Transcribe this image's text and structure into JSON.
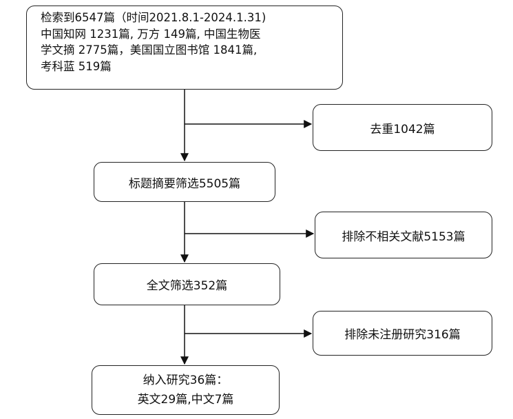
{
  "search": {
    "lines": [
      "检索到6547篇（时间2021.8.1-2024.1.31)",
      "中国知网 1231篇, 万方 149篇, 中国生物医",
      "学文摘 2775篇，美国国立图书馆  1841篇,",
      "考科蓝 519篇"
    ]
  },
  "steps": {
    "dedup": "去重1042篇",
    "title_abstract_screen": "标题摘要筛选5505篇",
    "exclude_irrelevant": "排除不相关文献5153篇",
    "fulltext_screen": "全文筛选352篇",
    "exclude_unregistered": "排除未注册研究316篇",
    "included_line1": "纳入研究36篇：",
    "included_line2": "英文29篇,中文7篇"
  }
}
